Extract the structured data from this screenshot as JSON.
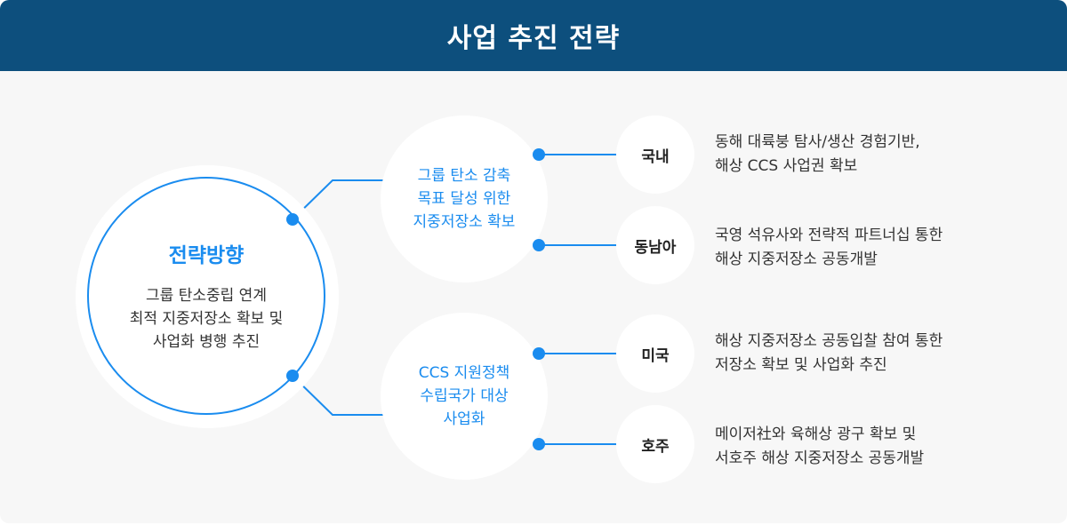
{
  "header": {
    "title": "사업 추진 전략"
  },
  "strategy": {
    "title": "전략방향",
    "description": "그룹 탄소중립 연계\n최적 지중저장소 확보 및\n사업화 병행 추진"
  },
  "goals": [
    {
      "label": "그룹 탄소 감축\n목표 달성 위한\n지중저장소 확보",
      "items": [
        {
          "country": "국내",
          "description": "동해 대륙붕 탐사/생산 경험기반,\n해상 CCS 사업권 확보"
        },
        {
          "country": "동남아",
          "description": "국영 석유사와 전략적 파트너십 통한\n해상 지중저장소 공동개발"
        }
      ]
    },
    {
      "label": "CCS 지원정책\n수립국가 대상\n사업화",
      "items": [
        {
          "country": "미국",
          "description": "해상 지중저장소 공동입찰 참여 통한\n저장소 확보 및 사업화 추진"
        },
        {
          "country": "호주",
          "description": "메이저社와 육해상 광구 확보 및\n서호주 해상 지중저장소 공동개발"
        }
      ]
    }
  ],
  "colors": {
    "header": "#0d4f7d",
    "accent": "#1a8cef",
    "background": "#f7f7f7"
  }
}
